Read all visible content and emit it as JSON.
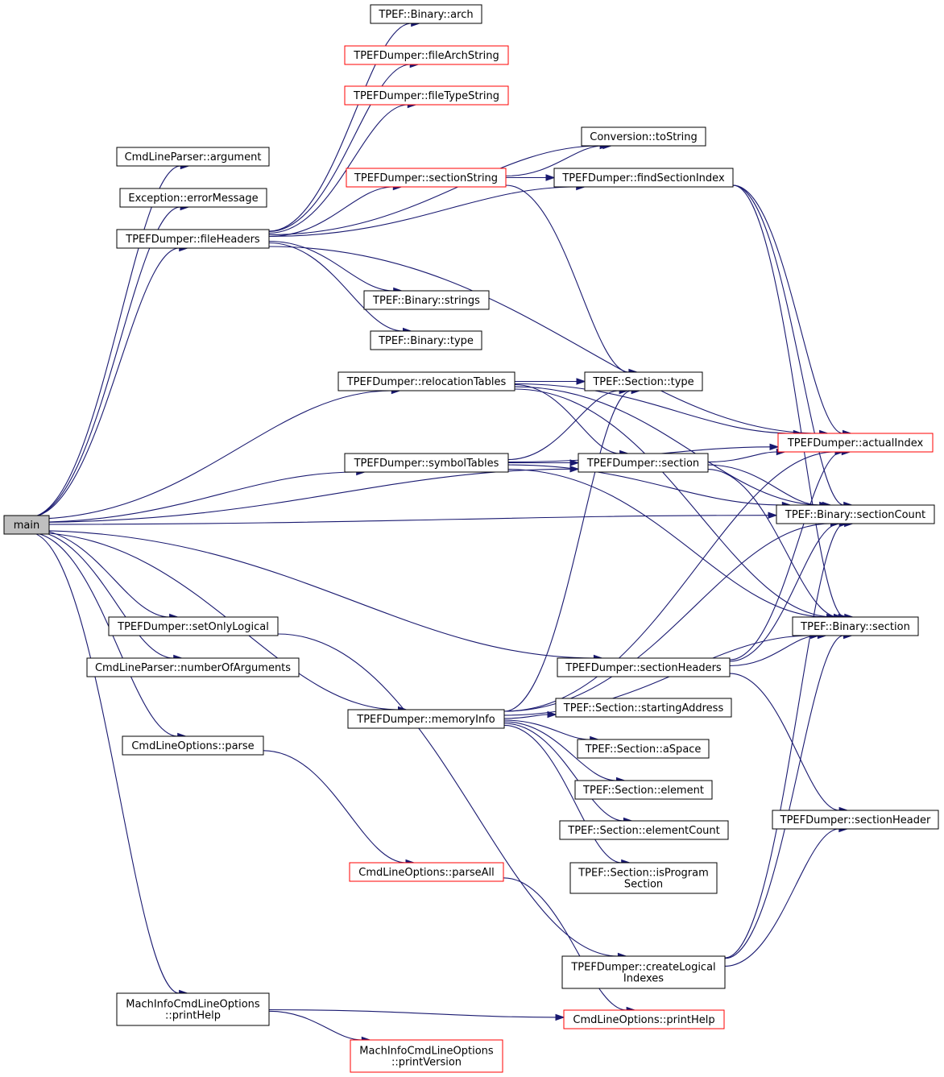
{
  "colors": {
    "edge": "#191970",
    "border_normal": "#000000",
    "border_truncated": "#ff0000",
    "fill_root": "#bfbfbf",
    "fill_normal": "#ffffff"
  },
  "nodes": [
    {
      "id": "main",
      "lines": [
        "main"
      ],
      "style": "root"
    },
    {
      "id": "arch",
      "lines": [
        "TPEF::Binary::arch"
      ],
      "style": "normal"
    },
    {
      "id": "fileArchString",
      "lines": [
        "TPEFDumper::fileArchString"
      ],
      "style": "truncated"
    },
    {
      "id": "fileTypeString",
      "lines": [
        "TPEFDumper::fileTypeString"
      ],
      "style": "truncated"
    },
    {
      "id": "argument",
      "lines": [
        "CmdLineParser::argument"
      ],
      "style": "normal"
    },
    {
      "id": "toString",
      "lines": [
        "Conversion::toString"
      ],
      "style": "normal"
    },
    {
      "id": "errorMessage",
      "lines": [
        "Exception::errorMessage"
      ],
      "style": "normal"
    },
    {
      "id": "sectionString",
      "lines": [
        "TPEFDumper::sectionString"
      ],
      "style": "truncated"
    },
    {
      "id": "findSectionIndex",
      "lines": [
        "TPEFDumper::findSectionIndex"
      ],
      "style": "normal"
    },
    {
      "id": "fileHeaders",
      "lines": [
        "TPEFDumper::fileHeaders"
      ],
      "style": "normal"
    },
    {
      "id": "strings",
      "lines": [
        "TPEF::Binary::strings"
      ],
      "style": "normal"
    },
    {
      "id": "binType",
      "lines": [
        "TPEF::Binary::type"
      ],
      "style": "normal"
    },
    {
      "id": "relocationTables",
      "lines": [
        "TPEFDumper::relocationTables"
      ],
      "style": "normal"
    },
    {
      "id": "sectionType",
      "lines": [
        "TPEF::Section::type"
      ],
      "style": "normal"
    },
    {
      "id": "actualIndex",
      "lines": [
        "TPEFDumper::actualIndex"
      ],
      "style": "truncated"
    },
    {
      "id": "symbolTables",
      "lines": [
        "TPEFDumper::symbolTables"
      ],
      "style": "normal"
    },
    {
      "id": "dumperSection",
      "lines": [
        "TPEFDumper::section"
      ],
      "style": "normal"
    },
    {
      "id": "sectionCount",
      "lines": [
        "TPEF::Binary::sectionCount"
      ],
      "style": "normal"
    },
    {
      "id": "setOnlyLogical",
      "lines": [
        "TPEFDumper::setOnlyLogical"
      ],
      "style": "normal"
    },
    {
      "id": "binSection",
      "lines": [
        "TPEF::Binary::section"
      ],
      "style": "normal"
    },
    {
      "id": "numberOfArguments",
      "lines": [
        "CmdLineParser::numberOfArguments"
      ],
      "style": "normal"
    },
    {
      "id": "sectionHeaders",
      "lines": [
        "TPEFDumper::sectionHeaders"
      ],
      "style": "normal"
    },
    {
      "id": "memoryInfo",
      "lines": [
        "TPEFDumper::memoryInfo"
      ],
      "style": "normal"
    },
    {
      "id": "startingAddress",
      "lines": [
        "TPEF::Section::startingAddress"
      ],
      "style": "normal"
    },
    {
      "id": "parse",
      "lines": [
        "CmdLineOptions::parse"
      ],
      "style": "normal"
    },
    {
      "id": "aSpace",
      "lines": [
        "TPEF::Section::aSpace"
      ],
      "style": "normal"
    },
    {
      "id": "element",
      "lines": [
        "TPEF::Section::element"
      ],
      "style": "normal"
    },
    {
      "id": "sectionHeader",
      "lines": [
        "TPEFDumper::sectionHeader"
      ],
      "style": "normal"
    },
    {
      "id": "elementCount",
      "lines": [
        "TPEF::Section::elementCount"
      ],
      "style": "normal"
    },
    {
      "id": "parseAll",
      "lines": [
        "CmdLineOptions::parseAll"
      ],
      "style": "truncated"
    },
    {
      "id": "isProgramSection",
      "lines": [
        "TPEF::Section::isProgram",
        "Section"
      ],
      "style": "normal"
    },
    {
      "id": "createLogicalIndexes",
      "lines": [
        "TPEFDumper::createLogical",
        "Indexes"
      ],
      "style": "normal"
    },
    {
      "id": "machPrintHelp",
      "lines": [
        "MachInfoCmdLineOptions",
        "::printHelp"
      ],
      "style": "normal"
    },
    {
      "id": "cmdPrintHelp",
      "lines": [
        "CmdLineOptions::printHelp"
      ],
      "style": "truncated"
    },
    {
      "id": "printVersion",
      "lines": [
        "MachInfoCmdLineOptions",
        "::printVersion"
      ],
      "style": "truncated"
    }
  ],
  "edges": [
    [
      "main",
      "argument"
    ],
    [
      "main",
      "errorMessage"
    ],
    [
      "main",
      "fileHeaders"
    ],
    [
      "main",
      "relocationTables"
    ],
    [
      "main",
      "symbolTables"
    ],
    [
      "main",
      "dumperSection"
    ],
    [
      "main",
      "sectionCount"
    ],
    [
      "main",
      "setOnlyLogical"
    ],
    [
      "main",
      "numberOfArguments"
    ],
    [
      "main",
      "sectionHeaders"
    ],
    [
      "main",
      "memoryInfo"
    ],
    [
      "main",
      "parse"
    ],
    [
      "main",
      "machPrintHelp"
    ],
    [
      "fileHeaders",
      "arch"
    ],
    [
      "fileHeaders",
      "fileArchString"
    ],
    [
      "fileHeaders",
      "fileTypeString"
    ],
    [
      "fileHeaders",
      "toString"
    ],
    [
      "fileHeaders",
      "sectionString"
    ],
    [
      "fileHeaders",
      "findSectionIndex"
    ],
    [
      "fileHeaders",
      "strings"
    ],
    [
      "fileHeaders",
      "binType"
    ],
    [
      "fileHeaders",
      "actualIndex"
    ],
    [
      "sectionString",
      "toString"
    ],
    [
      "sectionString",
      "findSectionIndex"
    ],
    [
      "sectionString",
      "sectionType"
    ],
    [
      "findSectionIndex",
      "actualIndex"
    ],
    [
      "findSectionIndex",
      "sectionCount"
    ],
    [
      "findSectionIndex",
      "binSection"
    ],
    [
      "relocationTables",
      "sectionType"
    ],
    [
      "relocationTables",
      "dumperSection"
    ],
    [
      "relocationTables",
      "sectionCount"
    ],
    [
      "relocationTables",
      "binSection"
    ],
    [
      "relocationTables",
      "actualIndex"
    ],
    [
      "symbolTables",
      "sectionType"
    ],
    [
      "symbolTables",
      "dumperSection"
    ],
    [
      "symbolTables",
      "actualIndex"
    ],
    [
      "symbolTables",
      "sectionCount"
    ],
    [
      "symbolTables",
      "binSection"
    ],
    [
      "dumperSection",
      "actualIndex"
    ],
    [
      "dumperSection",
      "sectionCount"
    ],
    [
      "dumperSection",
      "binSection"
    ],
    [
      "sectionHeaders",
      "binSection"
    ],
    [
      "sectionHeaders",
      "actualIndex"
    ],
    [
      "sectionHeaders",
      "sectionCount"
    ],
    [
      "sectionHeaders",
      "sectionHeader"
    ],
    [
      "memoryInfo",
      "sectionType"
    ],
    [
      "memoryInfo",
      "actualIndex"
    ],
    [
      "memoryInfo",
      "sectionCount"
    ],
    [
      "memoryInfo",
      "startingAddress"
    ],
    [
      "memoryInfo",
      "aSpace"
    ],
    [
      "memoryInfo",
      "element"
    ],
    [
      "memoryInfo",
      "elementCount"
    ],
    [
      "memoryInfo",
      "isProgramSection"
    ],
    [
      "memoryInfo",
      "binSection"
    ],
    [
      "setOnlyLogical",
      "createLogicalIndexes"
    ],
    [
      "createLogicalIndexes",
      "sectionCount"
    ],
    [
      "createLogicalIndexes",
      "binSection"
    ],
    [
      "createLogicalIndexes",
      "sectionHeader"
    ],
    [
      "parse",
      "parseAll"
    ],
    [
      "parseAll",
      "cmdPrintHelp"
    ],
    [
      "machPrintHelp",
      "cmdPrintHelp"
    ],
    [
      "machPrintHelp",
      "printVersion"
    ]
  ]
}
